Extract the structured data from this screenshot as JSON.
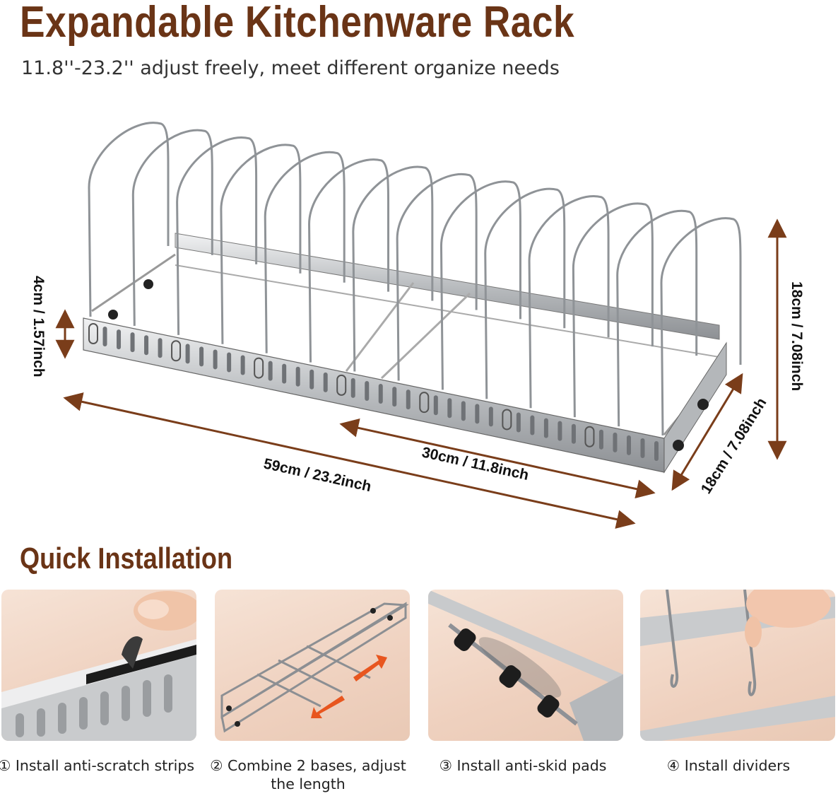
{
  "header": {
    "title": "Expandable Kitchenware Rack",
    "subtitle": "11.8''-23.2'' adjust freely, meet different organize needs"
  },
  "dimensions": {
    "height_side": "4cm / 1.57inch",
    "height_total": "18cm / 7.08inch",
    "width": "18cm / 7.08inch",
    "length_max": "59cm / 23.2inch",
    "length_min": "30cm / 11.8inch"
  },
  "installation": {
    "title": "Quick Installation",
    "steps": [
      {
        "caption": "① Install anti-scratch strips"
      },
      {
        "caption": "② Combine 2 bases, adjust the length"
      },
      {
        "caption": "③ Install anti-skid pads"
      },
      {
        "caption": "④ Install dividers"
      }
    ]
  },
  "colors": {
    "brand_brown": "#6a3416",
    "arrow_brown": "#7a3d1a",
    "arrow_orange": "#e8561f",
    "photo_bg": "#f2d9c8"
  }
}
